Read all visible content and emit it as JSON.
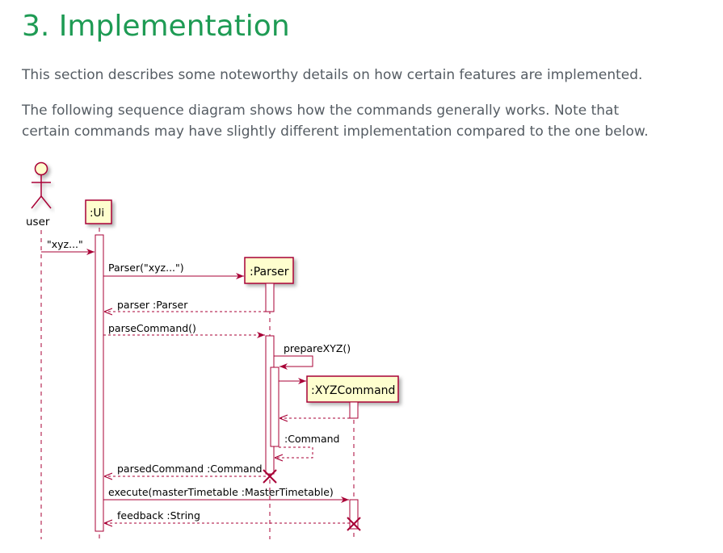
{
  "heading": "3. Implementation",
  "paragraphs": [
    "This section describes some noteworthy details on how certain features are implemented.",
    "The following sequence diagram shows how the commands generally works. Note that certain commands may have slightly different implementation compared to the one below."
  ],
  "diagram": {
    "participants": {
      "user": "user",
      "ui": ":Ui",
      "parser": ":Parser",
      "xyz": ":XYZCommand"
    },
    "messages": {
      "m1": "\"xyz...\"",
      "m2": "Parser(\"xyz...\")",
      "m3": "parser :Parser",
      "m4": "parseCommand()",
      "m5": "prepareXYZ()",
      "m6": ":Command",
      "m7": "parsedCommand :Command",
      "m8": "execute(masterTimetable :MasterTimetable)",
      "m9": "feedback :String"
    },
    "colors": {
      "line": "#a80036",
      "box_fill": "#fefece",
      "activation_fill": "#ffffff"
    }
  }
}
